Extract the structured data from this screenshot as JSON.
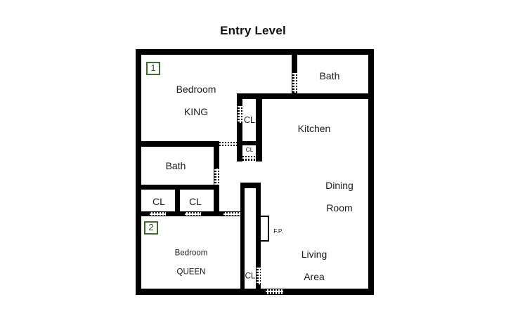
{
  "title": "Entry Level",
  "colors": {
    "wall": "#000000",
    "background": "#ffffff",
    "badge": "#3e6b2c"
  },
  "rooms": {
    "bedroom_king": {
      "name": "Bedroom",
      "sub": "KING",
      "badge": "1"
    },
    "bath_upper": {
      "name": "Bath"
    },
    "kitchen": {
      "name": "Kitchen"
    },
    "closet_hall": {
      "name": "CL"
    },
    "closet_small": {
      "name": "CL"
    },
    "bath_lower": {
      "name": "Bath"
    },
    "closet_left": {
      "name": "CL"
    },
    "closet_right": {
      "name": "CL"
    },
    "dining_room": {
      "name": "Dining",
      "sub": "Room"
    },
    "fireplace": {
      "name": "F.P."
    },
    "bedroom_queen": {
      "name": "Bedroom",
      "sub": "QUEEN",
      "badge": "2"
    },
    "living_area": {
      "name": "Living",
      "sub": "Area"
    },
    "closet_living": {
      "name": "CL"
    }
  }
}
